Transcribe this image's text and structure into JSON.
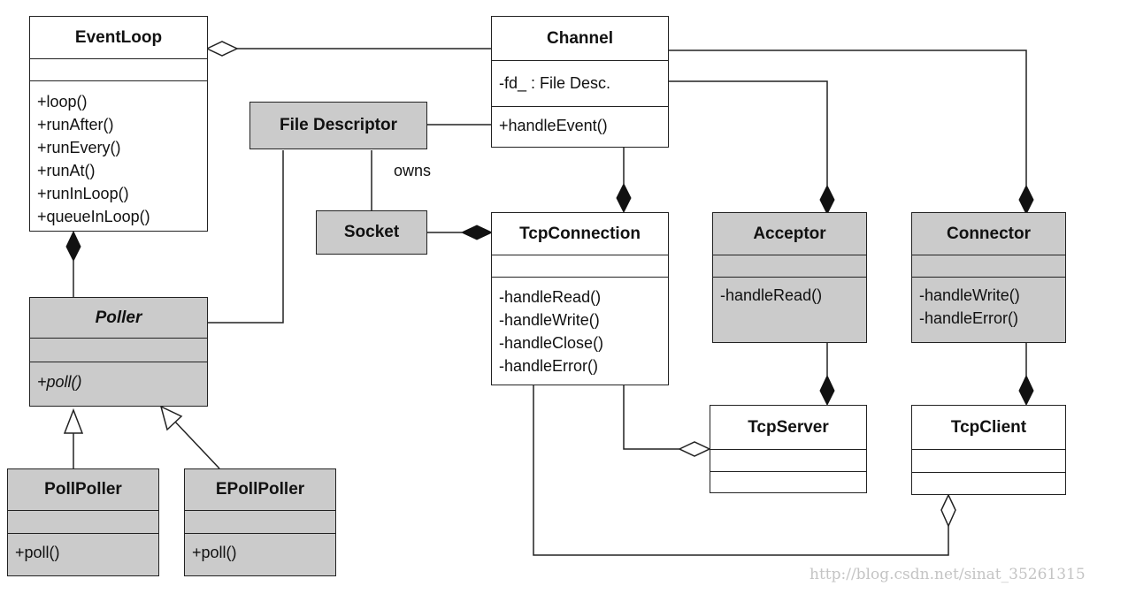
{
  "classes": {
    "eventloop": {
      "name": "EventLoop",
      "attributes": [],
      "operations": [
        "+loop()",
        "+runAfter()",
        "+runEvery()",
        "+runAt()",
        "+runInLoop()",
        "+queueInLoop()"
      ]
    },
    "channel": {
      "name": "Channel",
      "attributes": [
        "-fd_ : File Desc."
      ],
      "operations": [
        "+handleEvent()"
      ]
    },
    "file_descriptor": {
      "name": "File Descriptor"
    },
    "socket": {
      "name": "Socket"
    },
    "tcpconnection": {
      "name": "TcpConnection",
      "attributes": [],
      "operations": [
        "-handleRead()",
        "-handleWrite()",
        "-handleClose()",
        "-handleError()"
      ]
    },
    "acceptor": {
      "name": "Acceptor",
      "attributes": [],
      "operations": [
        "-handleRead()"
      ]
    },
    "connector": {
      "name": "Connector",
      "attributes": [],
      "operations": [
        "-handleWrite()",
        "-handleError()"
      ]
    },
    "poller": {
      "name": "Poller",
      "attributes": [],
      "operations": [
        "+poll()"
      ]
    },
    "pollpoller": {
      "name": "PollPoller",
      "attributes": [],
      "operations": [
        "+poll()"
      ]
    },
    "epollpoller": {
      "name": "EPollPoller",
      "attributes": [],
      "operations": [
        "+poll()"
      ]
    },
    "tcpserver": {
      "name": "TcpServer",
      "attributes": [],
      "operations": []
    },
    "tcpclient": {
      "name": "TcpClient",
      "attributes": [],
      "operations": []
    }
  },
  "relations": [
    {
      "from": "EventLoop",
      "to": "Channel",
      "type": "aggregation"
    },
    {
      "from": "File Descriptor",
      "to": "Channel",
      "type": "association"
    },
    {
      "from": "File Descriptor",
      "to": "Socket",
      "type": "association",
      "label": "owns"
    },
    {
      "from": "File Descriptor",
      "to": "Poller",
      "type": "association"
    },
    {
      "from": "TcpConnection",
      "to": "Socket",
      "type": "composition"
    },
    {
      "from": "TcpConnection",
      "to": "Channel",
      "type": "composition"
    },
    {
      "from": "Acceptor",
      "to": "Channel",
      "type": "composition"
    },
    {
      "from": "Connector",
      "to": "Channel",
      "type": "composition"
    },
    {
      "from": "EventLoop",
      "to": "Poller",
      "type": "composition"
    },
    {
      "from": "PollPoller",
      "to": "Poller",
      "type": "generalization"
    },
    {
      "from": "EPollPoller",
      "to": "Poller",
      "type": "generalization"
    },
    {
      "from": "TcpServer",
      "to": "Acceptor",
      "type": "composition"
    },
    {
      "from": "TcpClient",
      "to": "Connector",
      "type": "composition"
    },
    {
      "from": "TcpServer",
      "to": "TcpConnection",
      "type": "aggregation"
    },
    {
      "from": "TcpClient",
      "to": "TcpConnection",
      "type": "aggregation"
    }
  ],
  "watermark": "http://blog.csdn.net/sinat_35261315"
}
